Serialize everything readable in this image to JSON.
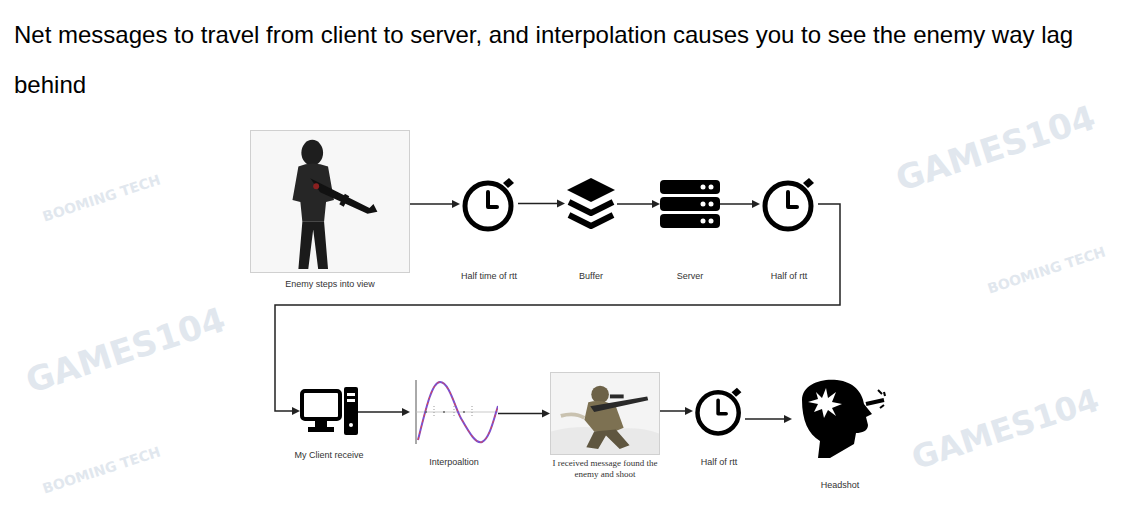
{
  "diagram": {
    "title": "Net messages to travel from client to server, and interpolation causes you to see the enemy way lag behind",
    "nodes": [
      {
        "text": [
          "Enemy steps into view"
        ]
      },
      {
        "text": [
          "Half time of rtt"
        ]
      },
      {
        "text": [
          "Buffer"
        ]
      },
      {
        "text": [
          "Server"
        ]
      },
      {
        "text": [
          "Half of rtt"
        ]
      },
      {
        "text": [
          "My Client receive"
        ]
      },
      {
        "text": [
          "Interpoaltion"
        ]
      },
      {
        "text": [
          "I received message found the enemy and shoot"
        ]
      },
      {
        "text": [
          "Half of rtt"
        ]
      },
      {
        "text": [
          "Headshot"
        ]
      }
    ],
    "edges": [
      {
        "from": 0,
        "to": 1,
        "arrow": "to"
      },
      {
        "from": 1,
        "to": 2,
        "arrow": "to"
      },
      {
        "from": 2,
        "to": 3,
        "arrow": "to"
      },
      {
        "from": 3,
        "to": 4,
        "arrow": "to"
      },
      {
        "from": 4,
        "to": 5,
        "arrow": "to"
      },
      {
        "from": 5,
        "to": 6,
        "arrow": "to"
      },
      {
        "from": 6,
        "to": 7,
        "arrow": "to"
      },
      {
        "from": 7,
        "to": 8,
        "arrow": "to"
      },
      {
        "from": 8,
        "to": 9,
        "arrow": "to"
      }
    ],
    "labels": [
      "GAMES104",
      "GAMES104",
      "GAMES104",
      "BOOMING TECH",
      "BOOMING TECH",
      "BOOMING TECH"
    ]
  }
}
